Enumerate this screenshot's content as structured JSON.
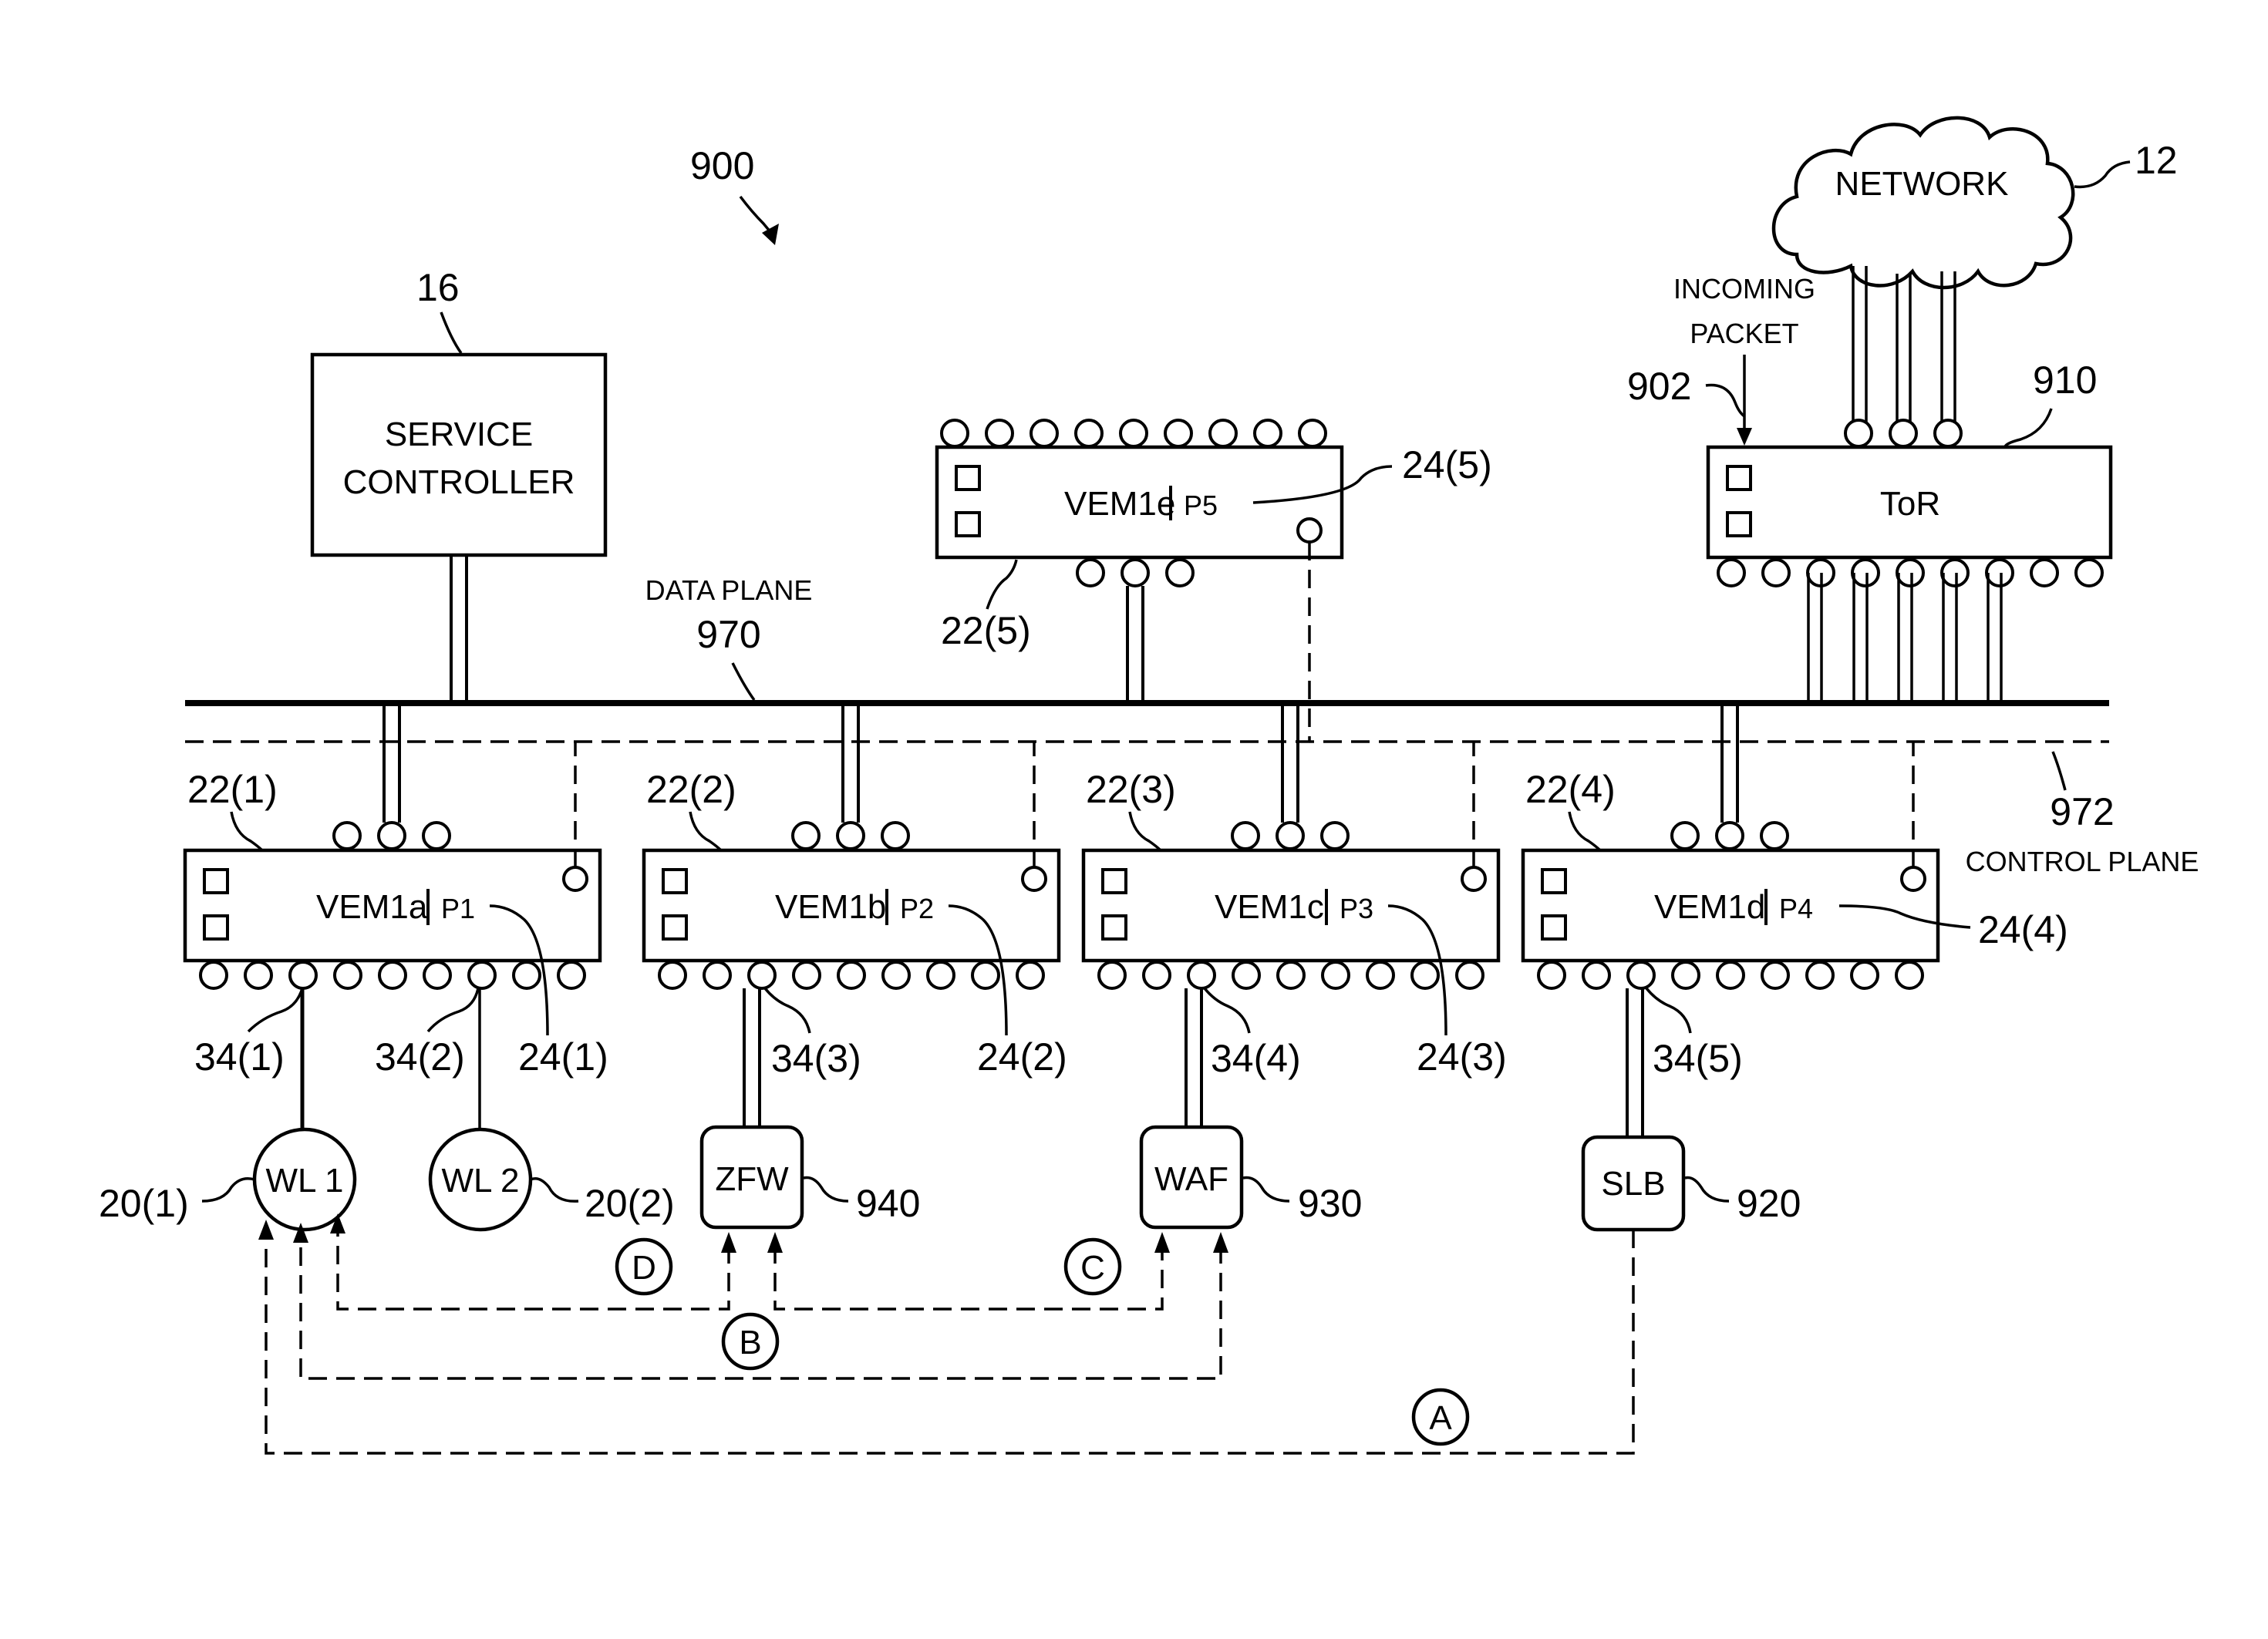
{
  "figure_ref": "900",
  "service_controller": {
    "ref": "16",
    "line1": "SERVICE",
    "line2": "CONTROLLER"
  },
  "data_plane": {
    "label": "DATA PLANE",
    "ref": "970"
  },
  "control_plane": {
    "label": "CONTROL PLANE",
    "ref": "972"
  },
  "network": {
    "label": "NETWORK",
    "ref": "12"
  },
  "incoming_packet": {
    "line1": "INCOMING",
    "line2": "PACKET",
    "ref": "902"
  },
  "tor": {
    "label": "ToR",
    "ref": "910"
  },
  "vem_e": {
    "name": "VEM1e",
    "policy": "P5",
    "ref_vem": "22(5)",
    "ref_agent": "24(5)"
  },
  "vems": [
    {
      "name": "VEM1a",
      "policy": "P1",
      "ref_vem": "22(1)",
      "ref_agent": "24(1)"
    },
    {
      "name": "VEM1b",
      "policy": "P2",
      "ref_vem": "22(2)",
      "ref_agent": "24(2)"
    },
    {
      "name": "VEM1c",
      "policy": "P3",
      "ref_vem": "22(3)",
      "ref_agent": "24(3)"
    },
    {
      "name": "VEM1d",
      "policy": "P4",
      "ref_vem": "22(4)",
      "ref_agent": "24(4)"
    }
  ],
  "port_refs": [
    "34(1)",
    "34(2)",
    "34(3)",
    "34(4)",
    "34(5)"
  ],
  "workloads": [
    {
      "label": "WL 1",
      "ref": "20(1)"
    },
    {
      "label": "WL 2",
      "ref": "20(2)"
    }
  ],
  "services": [
    {
      "label": "ZFW",
      "ref": "940"
    },
    {
      "label": "WAF",
      "ref": "930"
    },
    {
      "label": "SLB",
      "ref": "920"
    }
  ],
  "flow_markers": [
    "A",
    "B",
    "C",
    "D"
  ],
  "colors": {
    "ink": "#000000",
    "background": "#ffffff"
  }
}
